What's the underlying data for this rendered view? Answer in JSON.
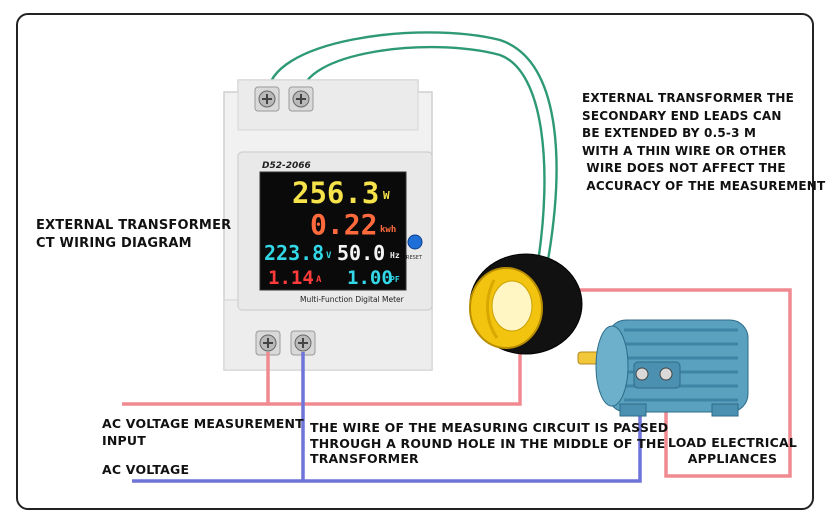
{
  "meter": {
    "model": "D52-2066",
    "power": "256.3",
    "power_unit": "W",
    "energy": "0.22",
    "energy_unit": "kwh",
    "voltage": "223.8",
    "voltage_unit": "V",
    "frequency": "50.0",
    "frequency_unit": "Hz",
    "current": "1.14",
    "current_unit": "A",
    "power_factor": "1.00",
    "pf_unit": "PF",
    "reset_label": "RESET",
    "caption": "Multi-Function Digital Meter"
  },
  "labels": {
    "left_title": "EXTERNAL TRANSFORMER\nCT WIRING DIAGRAM",
    "right_note": "EXTERNAL TRANSFORMER THE\nSECONDARY END LEADS CAN\nBE EXTENDED BY 0.5-3 M\nWITH A THIN WIRE OR OTHER\n WIRE DOES NOT AFFECT THE\n ACCURACY OF THE MEASUREMENT",
    "ac_measure": "AC VOLTAGE MEASUREMENT\nINPUT",
    "ac_voltage": "AC VOLTAGE",
    "wire_note": "THE WIRE OF THE MEASURING CIRCUIT IS PASSED\nTHROUGH A ROUND HOLE IN THE MIDDLE OF THE\nTRANSFORMER",
    "load": "LOAD ELECTRICAL\nAPPLIANCES"
  },
  "colors": {
    "live_wire": "#f08a90",
    "neutral_wire": "#6e74d8",
    "ct_lead": "#2e9a74",
    "lcd_yellow": "#f6e24a",
    "lcd_orange": "#ff6a3d",
    "lcd_cyan": "#33d8e8",
    "lcd_white": "#f4f4f4",
    "lcd_red": "#ff3b3b",
    "motor_body": "#5aa0bf"
  }
}
